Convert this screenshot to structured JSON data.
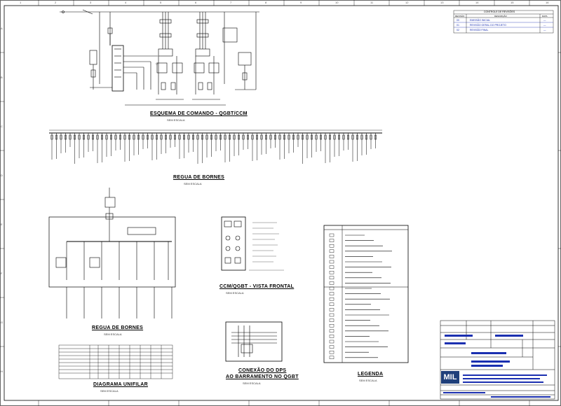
{
  "sheet": {
    "grid_columns": [
      "1",
      "2",
      "3",
      "4",
      "5",
      "6",
      "7",
      "8",
      "9",
      "10",
      "11",
      "12",
      "13",
      "14",
      "15",
      "16"
    ],
    "grid_rows": [
      "A",
      "B",
      "C",
      "D",
      "E",
      "F",
      "G",
      "H"
    ]
  },
  "sections": {
    "command": {
      "title": "ESQUEMA DE COMANDO - QGBT/CCM",
      "scale": "SEM ESCALA"
    },
    "terminals_top": {
      "title": "REGUA DE BORNES",
      "scale": "SEM ESCALA"
    },
    "terminals_bottom": {
      "title": "REGUA DE BORNES",
      "scale": "SEM ESCALA"
    },
    "front_view": {
      "title": "CCM/QGBT - VISTA FRONTAL",
      "scale": "SEM ESCALA"
    },
    "dps": {
      "title_line1": "CONEXÃO DO DPS",
      "title_line2": "AO BARRAMENTO NO QGBT",
      "scale": "SEM ESCALA"
    },
    "legend": {
      "title": "LEGENDA",
      "scale": "SEM ESCALA"
    },
    "single_line": {
      "title": "DIAGRAMA UNIFILAR",
      "scale": "SEM ESCALA"
    }
  },
  "revision_table": {
    "title": "CONTROLE DE REVISÕES",
    "headers": [
      "REVISÃO",
      "DESCRIÇÃO",
      "DATA"
    ],
    "rows": [
      [
        "00",
        "EMISSÃO INICIAL",
        "—"
      ],
      [
        "01",
        "REVISÃO GERAL DO PROJETO",
        "—"
      ],
      [
        "02",
        "REVISÃO FINAL",
        "—"
      ]
    ]
  },
  "title_block": {
    "logo": "MIL",
    "colors": {
      "brand": "#1f3f7a",
      "annotation": "#1a2fb0"
    }
  }
}
